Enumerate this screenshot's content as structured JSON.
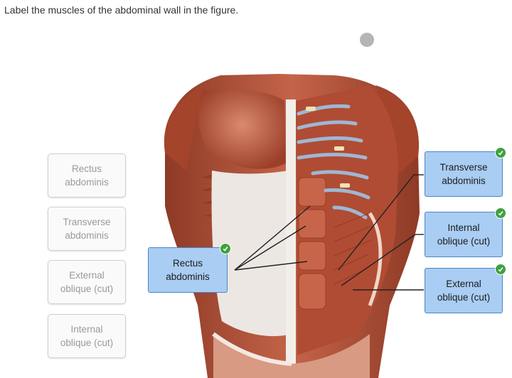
{
  "instruction": "Label the muscles of the abdominal wall in the figure.",
  "label_bank": [
    {
      "line1": "Rectus",
      "line2": "abdominis"
    },
    {
      "line1": "Transverse",
      "line2": "abdominis"
    },
    {
      "line1": "External",
      "line2": "oblique (cut)"
    },
    {
      "line1": "Internal",
      "line2": "oblique (cut)"
    }
  ],
  "placed_labels": {
    "rectus": {
      "line1": "Rectus",
      "line2": "abdominis",
      "status": "correct"
    },
    "transverse": {
      "line1": "Transverse",
      "line2": "abdominis",
      "status": "correct"
    },
    "internal": {
      "line1": "Internal",
      "line2": "oblique (cut)",
      "status": "correct"
    },
    "external": {
      "line1": "External",
      "line2": "oblique (cut)",
      "status": "correct"
    }
  },
  "colors": {
    "placed_fill": "#a9cdf3",
    "placed_border": "#4a86c8",
    "check_green": "#3fa13f",
    "muscle_red": "#b9553b"
  },
  "figure": {
    "subject": "anterior torso muscle illustration"
  }
}
